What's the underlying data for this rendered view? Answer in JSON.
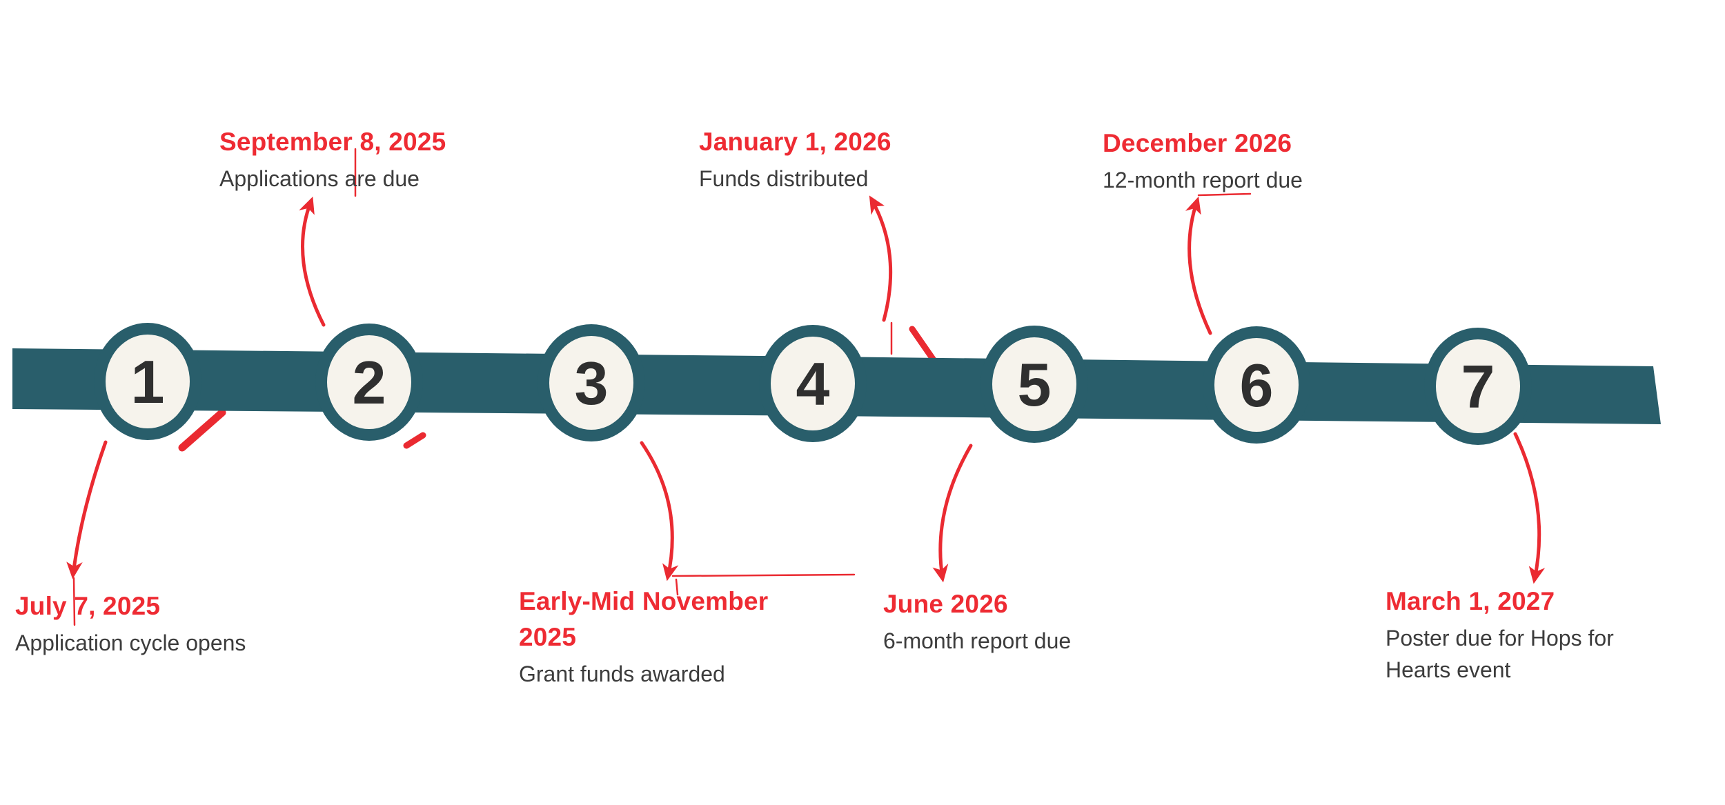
{
  "colors": {
    "page_bg": "#ffffff",
    "band_teal": "#295e6b",
    "circle_face": "#f6f3ec",
    "number_dark": "#2f2f2f",
    "accent_red": "#ee2b33",
    "arrow_red": "#ea2a31",
    "text_gray": "#3c3c3c"
  },
  "steps": [
    {
      "number": "1"
    },
    {
      "number": "2"
    },
    {
      "number": "3"
    },
    {
      "number": "4"
    },
    {
      "number": "5"
    },
    {
      "number": "6"
    },
    {
      "number": "7"
    }
  ],
  "events": [
    {
      "step": "1",
      "position": "below",
      "date": "July 7, 2025",
      "desc": "Application cycle opens"
    },
    {
      "step": "2",
      "position": "above",
      "date": "September 8, 2025",
      "desc": "Applications are due"
    },
    {
      "step": "3",
      "position": "below",
      "date": "Early-Mid November 2025",
      "desc": "Grant funds awarded"
    },
    {
      "step": "4",
      "position": "above",
      "date": "January 1, 2026",
      "desc": "Funds distributed"
    },
    {
      "step": "5",
      "position": "below",
      "date": "June 2026",
      "desc": "6-month report due"
    },
    {
      "step": "6",
      "position": "above",
      "date": "December 2026",
      "desc": "12-month report due"
    },
    {
      "step": "7",
      "position": "below",
      "date": "March 1, 2027",
      "desc": "Poster due for Hops for Hearts event"
    }
  ]
}
